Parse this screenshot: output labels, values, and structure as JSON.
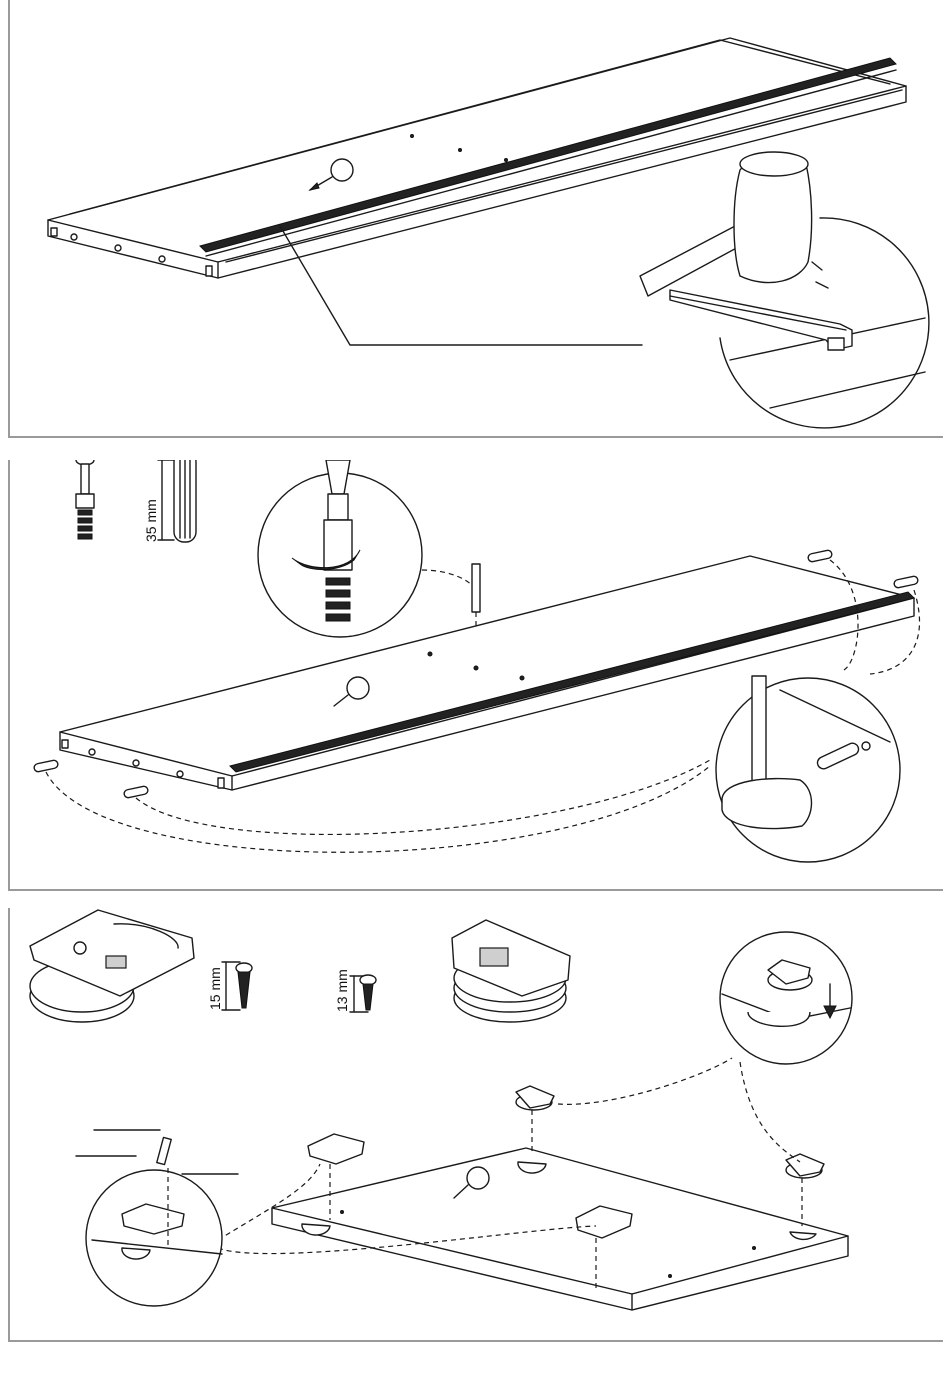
{
  "panel1": {
    "step": "hammer-in-rail"
  },
  "panel2": {
    "dowel_length": "35 mm"
  },
  "panel3": {
    "screw_a_length": "15 mm",
    "screw_b_length": "13 mm"
  }
}
